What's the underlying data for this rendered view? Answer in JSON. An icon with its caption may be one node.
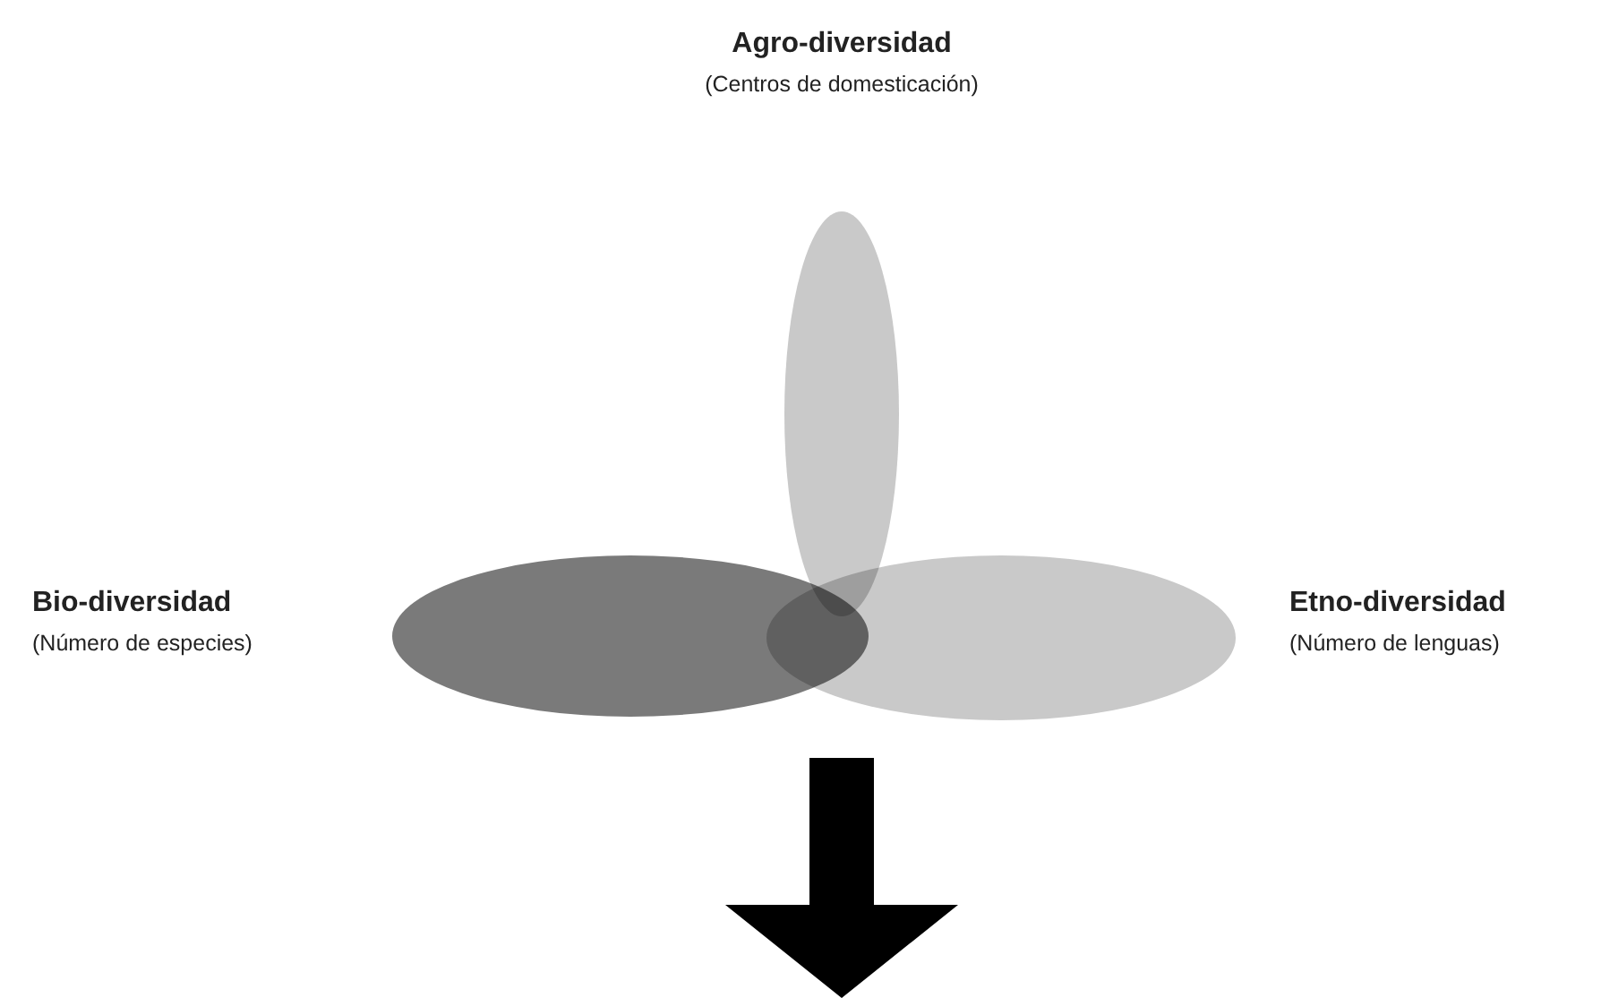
{
  "diagram": {
    "nodes": [
      {
        "text": [],
        "shape": "ellipse"
      },
      {
        "text": [],
        "shape": "ellipse"
      },
      {
        "text": [],
        "shape": "ellipse"
      }
    ],
    "labels": [
      "Agro-diversidad",
      "(Centros de domesticación)",
      "Bio-diversidad",
      "(Número de especies)",
      "Etno-diversidad",
      "(Número de lenguas)"
    ]
  }
}
